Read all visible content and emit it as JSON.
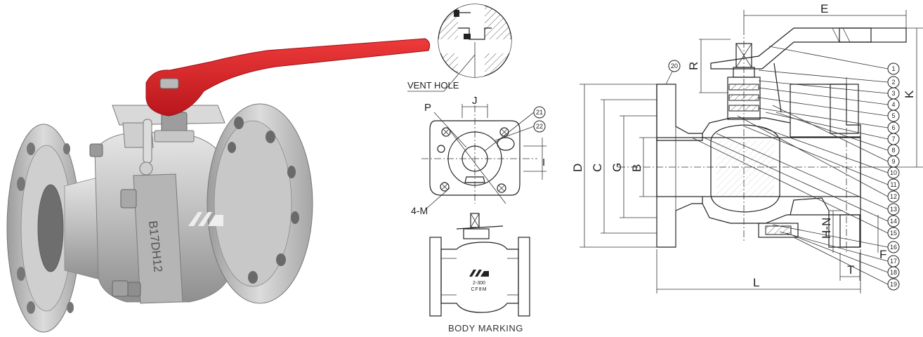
{
  "photo": {
    "body_marking": "B17DH12",
    "brand_mark": "logo-mark",
    "handle_color": "#d42026",
    "body_color": "#b9b9b9"
  },
  "detail_view": {
    "vent_hole_label": "VENT HOLE"
  },
  "top_view": {
    "labels": {
      "p": "P",
      "j": "J",
      "i": "I",
      "bolt": "4-M"
    },
    "callouts": [
      "21",
      "22"
    ]
  },
  "marking_view": {
    "caption": "BODY  MARKING",
    "plate_line1": "2-300",
    "plate_line2": "CF8M"
  },
  "section_view": {
    "dims": {
      "e": "E",
      "r": "R",
      "k": "K",
      "d": "D",
      "c": "C",
      "g": "G",
      "b": "B",
      "hn": "H-N",
      "f": "F",
      "t": "T",
      "l": "L"
    },
    "callout_top": "20",
    "callouts": [
      "1",
      "2",
      "3",
      "4",
      "5",
      "6",
      "7",
      "8",
      "9",
      "10",
      "11",
      "12",
      "13",
      "14",
      "15",
      "16",
      "17",
      "18",
      "19"
    ]
  }
}
